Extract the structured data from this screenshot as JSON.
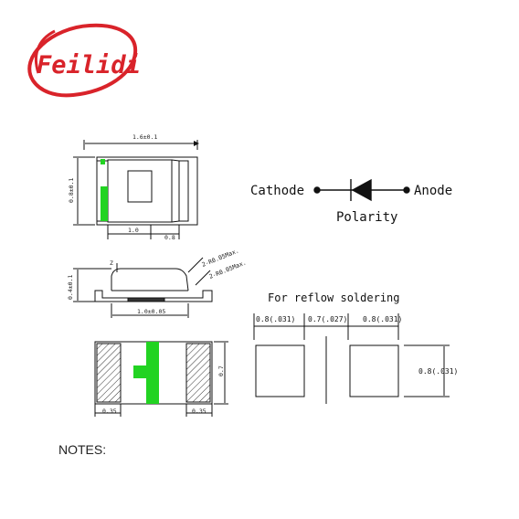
{
  "logo": {
    "text": "Feilidi",
    "color": "#d9232a"
  },
  "top_view": {
    "width_dim": "1.6±0.1",
    "height_dim": "0.8±0.1",
    "dim_a": "1.0",
    "dim_b": "0.8"
  },
  "side_view": {
    "height_dim": "0.4±0.1",
    "inner_dim": "1.0±0.05",
    "note_a": "2-R0.05Max.",
    "note_b": "2-R0.05Max.",
    "z_label": "Z"
  },
  "bottom_view": {
    "pad_left_dim": "0.35",
    "pad_right_dim": "0.35",
    "height_dim": "0.7"
  },
  "polarity": {
    "cathode": "Cathode",
    "anode": "Anode",
    "label": "Polarity"
  },
  "reflow": {
    "title": "For reflow soldering",
    "dim1": "0.8(.031)",
    "dim2": "0.7(.027)",
    "dim3": "0.8(.031)",
    "dim_h": "0.8(.031)"
  },
  "notes": {
    "label": "NOTES:"
  },
  "colors": {
    "green_marker": "#22d322",
    "line": "#111111"
  }
}
